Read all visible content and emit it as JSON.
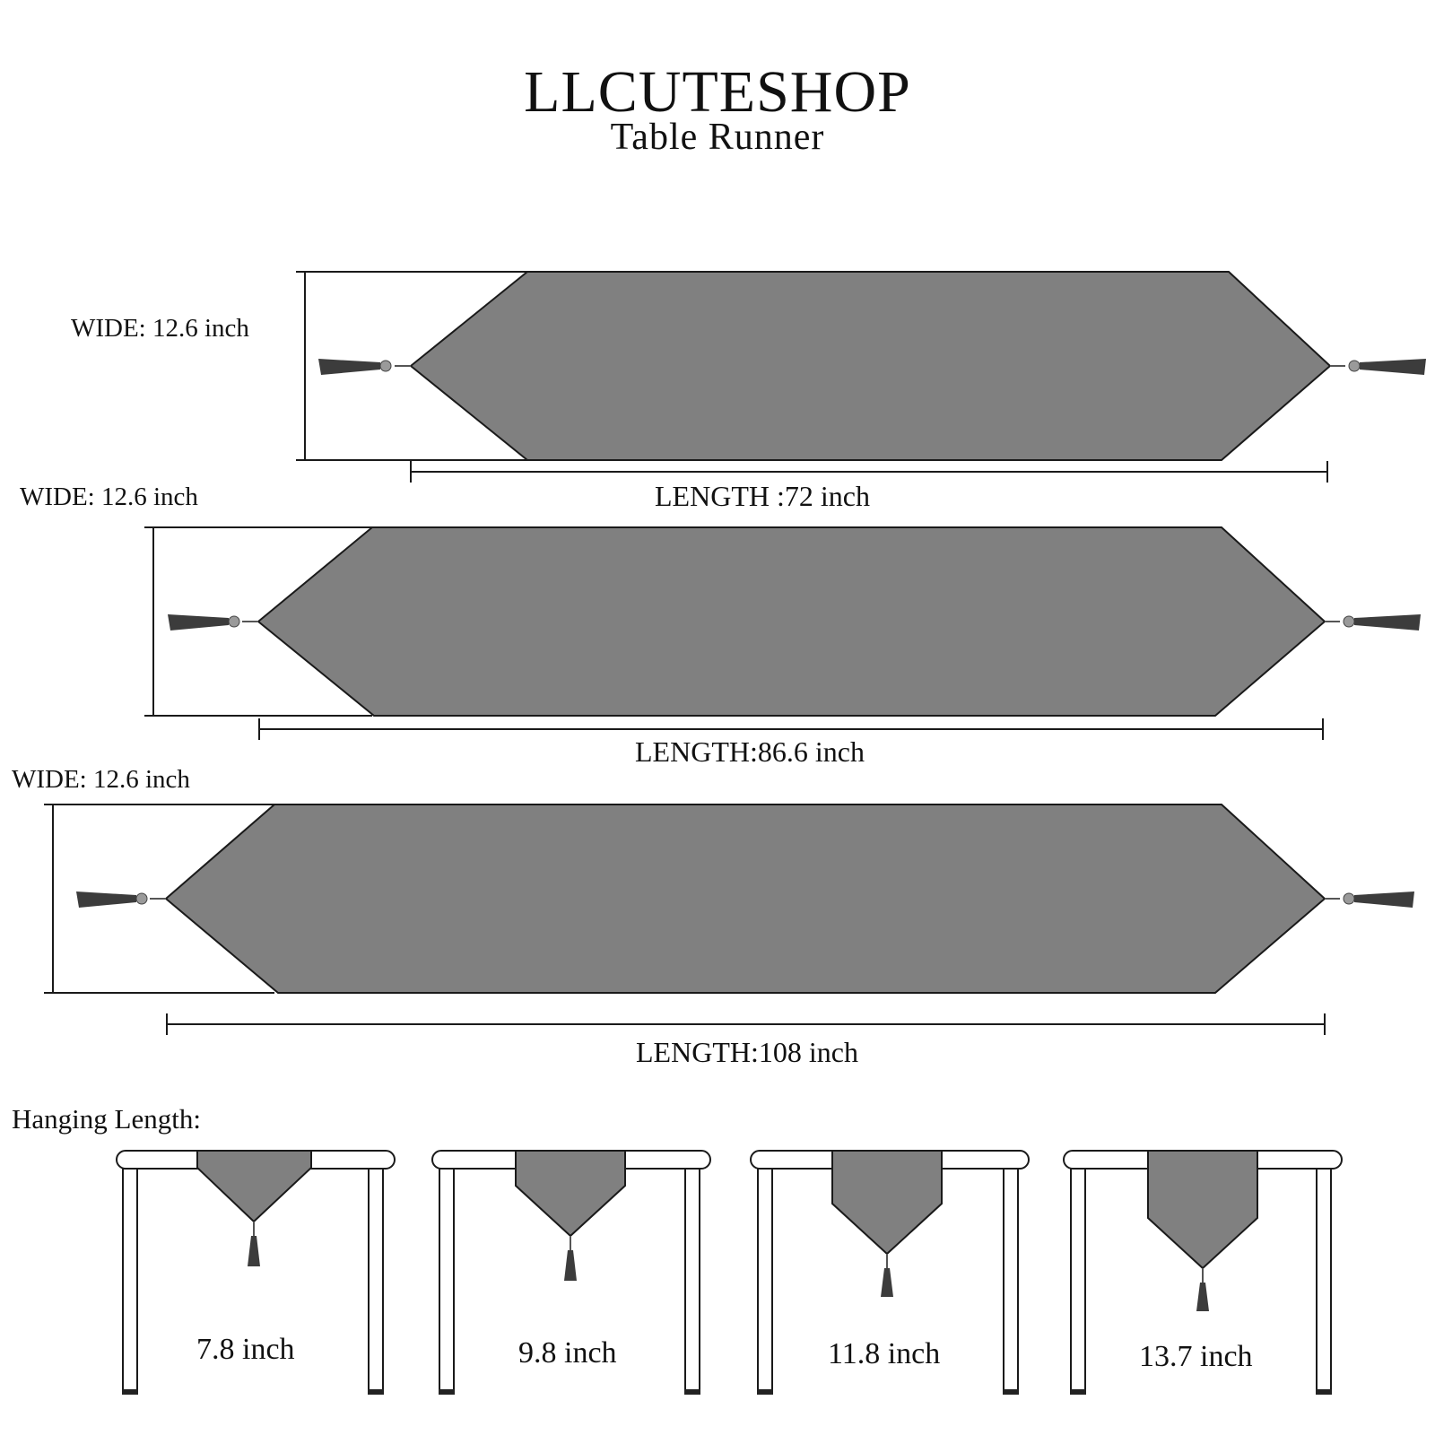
{
  "header": {
    "brand": "LLCUTESHOP",
    "product": "Table Runner"
  },
  "colors": {
    "runner_fill": "#808080",
    "outline": "#1a1a1a",
    "tassel": "#3c3c3c",
    "background": "#ffffff"
  },
  "runners": [
    {
      "wide_label": "WIDE: 12.6 inch",
      "length_label": "LENGTH :72 inch"
    },
    {
      "wide_label": "WIDE: 12.6 inch",
      "length_label": "LENGTH:86.6 inch"
    },
    {
      "wide_label": "WIDE: 12.6 inch",
      "length_label": "LENGTH:108  inch"
    }
  ],
  "hanging": {
    "title": "Hanging Length:",
    "options": [
      {
        "label": "7.8 inch"
      },
      {
        "label": "9.8 inch"
      },
      {
        "label": "11.8 inch"
      },
      {
        "label": "13.7 inch"
      }
    ]
  }
}
